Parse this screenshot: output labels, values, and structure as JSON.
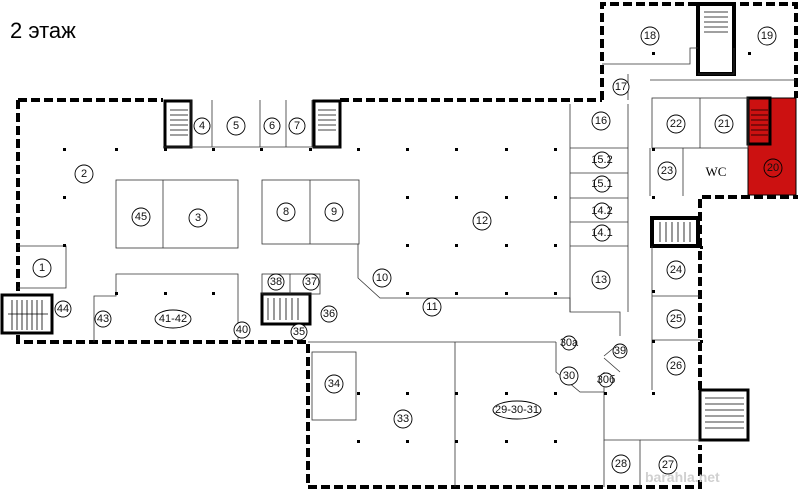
{
  "title": "2 этаж",
  "wc_label": "WC",
  "watermark": "barahla.net",
  "highlight_color": "#cc1111",
  "rooms": [
    {
      "id": "r1",
      "label": "1"
    },
    {
      "id": "r2",
      "label": "2"
    },
    {
      "id": "r3",
      "label": "3"
    },
    {
      "id": "r4",
      "label": "4"
    },
    {
      "id": "r5",
      "label": "5"
    },
    {
      "id": "r6",
      "label": "6"
    },
    {
      "id": "r7",
      "label": "7"
    },
    {
      "id": "r8",
      "label": "8"
    },
    {
      "id": "r9",
      "label": "9"
    },
    {
      "id": "r10",
      "label": "10"
    },
    {
      "id": "r11",
      "label": "11"
    },
    {
      "id": "r12",
      "label": "12"
    },
    {
      "id": "r13",
      "label": "13"
    },
    {
      "id": "r14_1",
      "label": "14.1"
    },
    {
      "id": "r14_2",
      "label": "14.2"
    },
    {
      "id": "r15_1",
      "label": "15.1"
    },
    {
      "id": "r15_2",
      "label": "15.2"
    },
    {
      "id": "r16",
      "label": "16"
    },
    {
      "id": "r17",
      "label": "17"
    },
    {
      "id": "r18",
      "label": "18"
    },
    {
      "id": "r19",
      "label": "19"
    },
    {
      "id": "r20",
      "label": "20"
    },
    {
      "id": "r21",
      "label": "21"
    },
    {
      "id": "r22",
      "label": "22"
    },
    {
      "id": "r23",
      "label": "23"
    },
    {
      "id": "r24",
      "label": "24"
    },
    {
      "id": "r25",
      "label": "25"
    },
    {
      "id": "r26",
      "label": "26"
    },
    {
      "id": "r27",
      "label": "27"
    },
    {
      "id": "r28",
      "label": "28"
    },
    {
      "id": "r29_31",
      "label": "29-30-31"
    },
    {
      "id": "r30",
      "label": "30"
    },
    {
      "id": "r30a",
      "label": "30a"
    },
    {
      "id": "r30b",
      "label": "30б"
    },
    {
      "id": "r33",
      "label": "33"
    },
    {
      "id": "r34",
      "label": "34"
    },
    {
      "id": "r35",
      "label": "35"
    },
    {
      "id": "r36",
      "label": "36"
    },
    {
      "id": "r37",
      "label": "37"
    },
    {
      "id": "r38",
      "label": "38"
    },
    {
      "id": "r39",
      "label": "39"
    },
    {
      "id": "r40",
      "label": "40"
    },
    {
      "id": "r41_42",
      "label": "41-42"
    },
    {
      "id": "r43",
      "label": "43"
    },
    {
      "id": "r44",
      "label": "44"
    },
    {
      "id": "r45",
      "label": "45"
    }
  ]
}
